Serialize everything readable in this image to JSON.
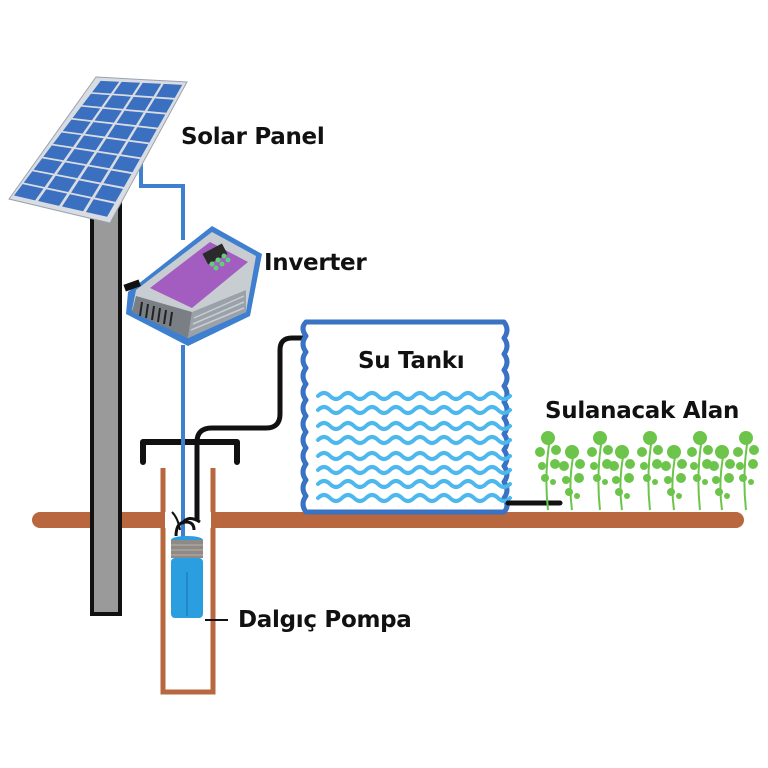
{
  "diagram": {
    "title": "Solar water pumping system",
    "labels": {
      "solar_panel": "Solar Panel",
      "inverter": "Inverter",
      "water_tank": "Su Tankı",
      "irrigation_area": "Sulanacak Alan",
      "submersible_pump": "Dalgıç Pompa"
    },
    "components": [
      {
        "id": "solar-panel",
        "label": "Solar Panel"
      },
      {
        "id": "inverter",
        "label": "Inverter"
      },
      {
        "id": "water-tank",
        "label": "Su Tankı"
      },
      {
        "id": "irrigation-area",
        "label": "Sulanacak Alan"
      },
      {
        "id": "submersible-pump",
        "label": "Dalgıç Pompa"
      }
    ],
    "connections": [
      {
        "from": "solar-panel",
        "to": "inverter",
        "kind": "electric-cable"
      },
      {
        "from": "inverter",
        "to": "submersible-pump",
        "kind": "electric-cable"
      },
      {
        "from": "submersible-pump",
        "to": "water-tank",
        "kind": "water-pipe"
      },
      {
        "from": "water-tank",
        "to": "irrigation-area",
        "kind": "water-pipe"
      }
    ],
    "colors": {
      "panel_cell": "#3b6fc0",
      "panel_frame": "#d9dde3",
      "cable": "#3f7fd0",
      "pipe": "#111111",
      "ground": "#b8673f",
      "tank_outline": "#3a72c4",
      "water_wave": "#4cb8ee",
      "pole": "#9a9a9a",
      "plant": "#6cc54a",
      "pump_body": "#2b9ee0",
      "inverter_face": "#a35cc0"
    }
  }
}
